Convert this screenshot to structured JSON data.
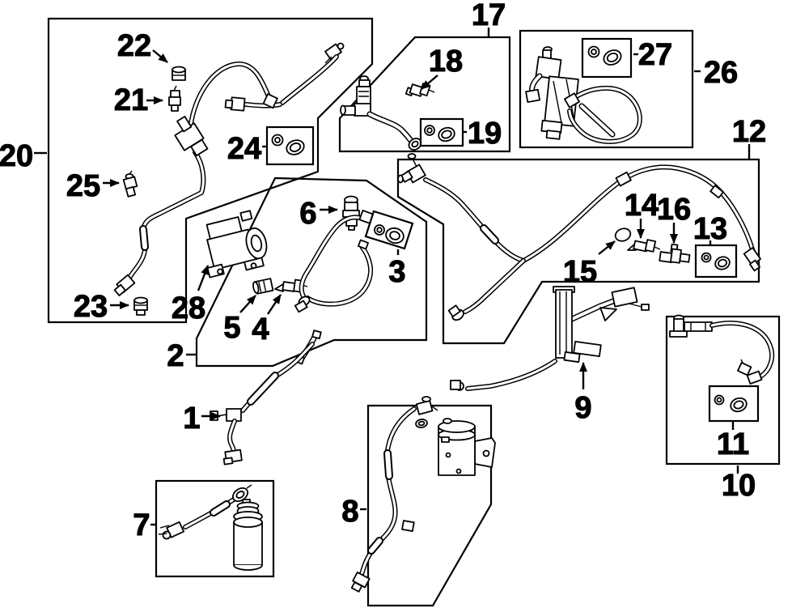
{
  "canvas": {
    "background": "#ffffff",
    "line_color": "#000000"
  },
  "callouts": [
    "1",
    "2",
    "3",
    "4",
    "5",
    "6",
    "7",
    "8",
    "9",
    "10",
    "11",
    "12",
    "13",
    "14",
    "15",
    "16",
    "17",
    "18",
    "19",
    "20",
    "21",
    "22",
    "23",
    "24",
    "25",
    "26",
    "27",
    "28"
  ]
}
